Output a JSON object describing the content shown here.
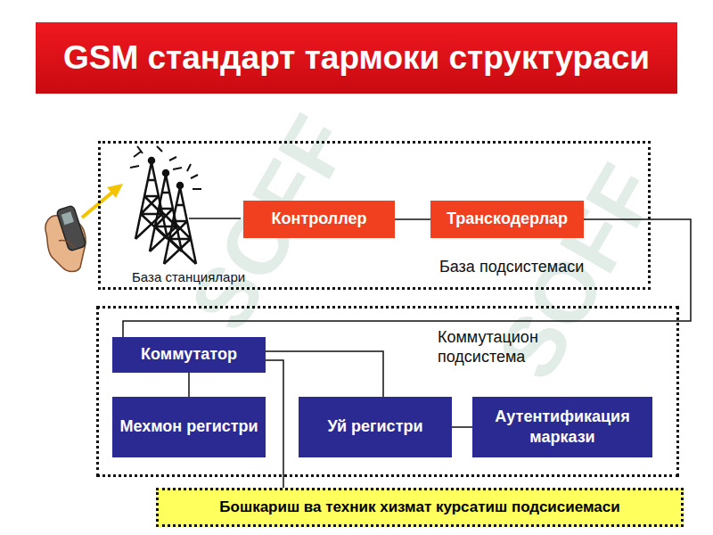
{
  "diagram": {
    "title": "GSM стандарт тармоки структураси",
    "nodes": [
      {
        "text": [
          "База подсистемаси"
        ]
      },
      {
        "text": [
          "Контроллер"
        ],
        "in": 0
      },
      {
        "text": [
          "Транскодерлар"
        ],
        "in": 0
      },
      {
        "text": [
          "Коммутацион подсистема"
        ]
      },
      {
        "text": [
          "Коммутатор"
        ],
        "in": 3
      },
      {
        "text": [
          "Мехмон регистри"
        ],
        "in": 3
      },
      {
        "text": [
          "Уй регистри"
        ],
        "in": 3
      },
      {
        "text": [
          "Аутентификация маркази"
        ],
        "in": 3
      },
      {
        "text": [
          "Бошкариш ва техник хизмат курсатиш подсисиемаси"
        ]
      }
    ],
    "edges": [
      {
        "from": 1,
        "to": 2,
        "arrow": "none"
      },
      {
        "from": 2,
        "to": 4,
        "arrow": "none"
      },
      {
        "from": 4,
        "to": 5,
        "arrow": "none"
      },
      {
        "from": 4,
        "to": 6,
        "arrow": "none"
      },
      {
        "from": 4,
        "to": 8,
        "arrow": "none"
      },
      {
        "from": 6,
        "to": 7,
        "arrow": "none"
      }
    ],
    "labels": [
      "База станциялари",
      "SOFF",
      "SOFF"
    ]
  }
}
